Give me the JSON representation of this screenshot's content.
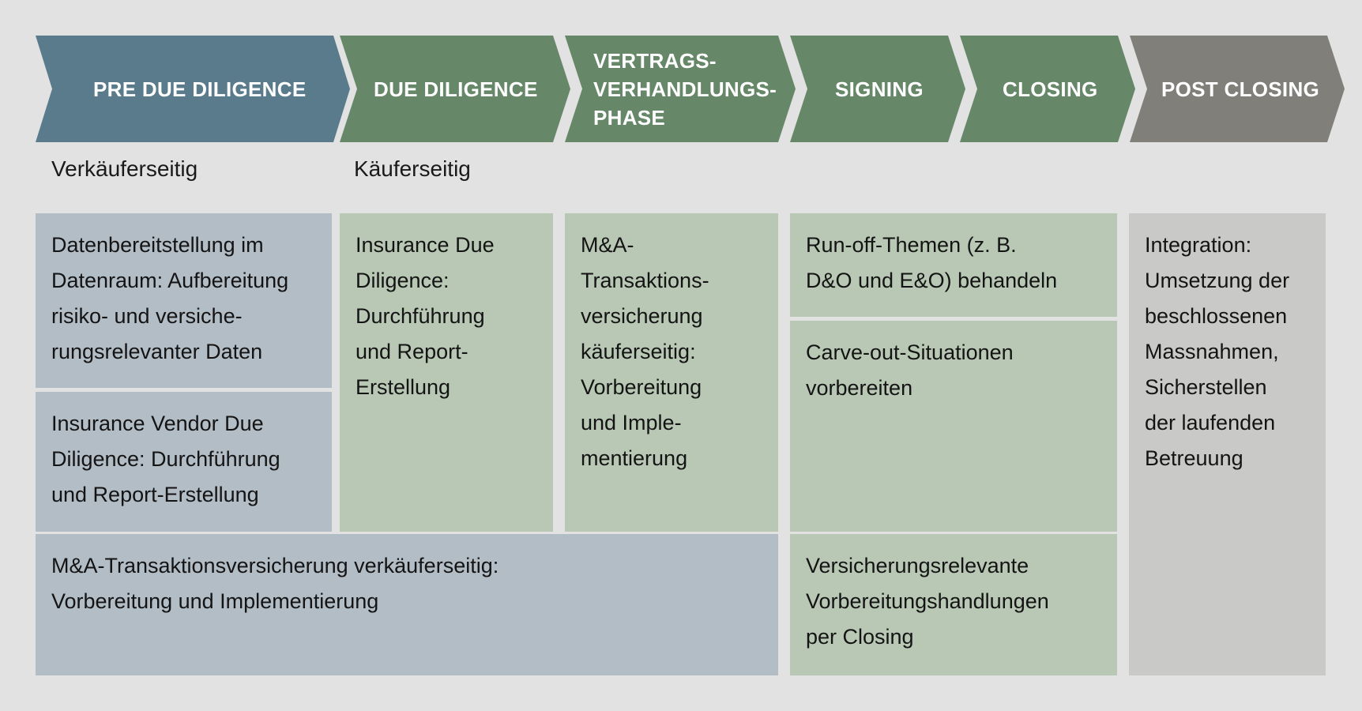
{
  "colors": {
    "background": "#e2e2e2",
    "phase_pre": "#5a7b8c",
    "phase_main": "#668868",
    "phase_post": "#807f7a",
    "box_seller": "#b3bdc6",
    "box_buyer": "#b8c8b4",
    "box_post": "#c9c9c8"
  },
  "phases": [
    {
      "label": "PRE DUE DILIGENCE"
    },
    {
      "label": "DUE DILIGENCE"
    },
    {
      "label": "VERTRAGS-\nVERHANDLUNGS-\nPHASE"
    },
    {
      "label": "SIGNING"
    },
    {
      "label": "CLOSING"
    },
    {
      "label": "POST CLOSING"
    }
  ],
  "side_labels": {
    "seller": "Verkäuferseitig",
    "buyer": "Käuferseitig"
  },
  "boxes": {
    "data_provision": "Datenbereitstellung im\nDatenraum: Aufbereitung\nrisiko- und versiche-\nrungsrelevanter Daten",
    "vendor_dd": "Insurance Vendor Due\nDiligence: Durchführung\nund Report-Erstellung",
    "insurance_dd": "Insurance Due\nDiligence:\nDurchführung\nund Report-\nErstellung",
    "ma_buyer": "M&A-\nTransaktions-\nversicherung\nkäuferseitig:\nVorbereitung\nund Imple-\nmentierung",
    "run_off": "Run-off-Themen (z. B.\nD&O und E&O) behandeln",
    "carve_out": "Carve-out-Situationen\nvorbereiten",
    "ma_seller": "M&A-Transaktionsversicherung verkäuferseitig:\nVorbereitung und Implementierung",
    "closing_prep": "Versicherungsrelevante\nVorbereitungshandlungen\nper Closing",
    "integration": "Integration:\nUmsetzung der\nbeschlossenen\nMassnahmen,\nSicherstellen\nder laufenden\nBetreuung"
  }
}
